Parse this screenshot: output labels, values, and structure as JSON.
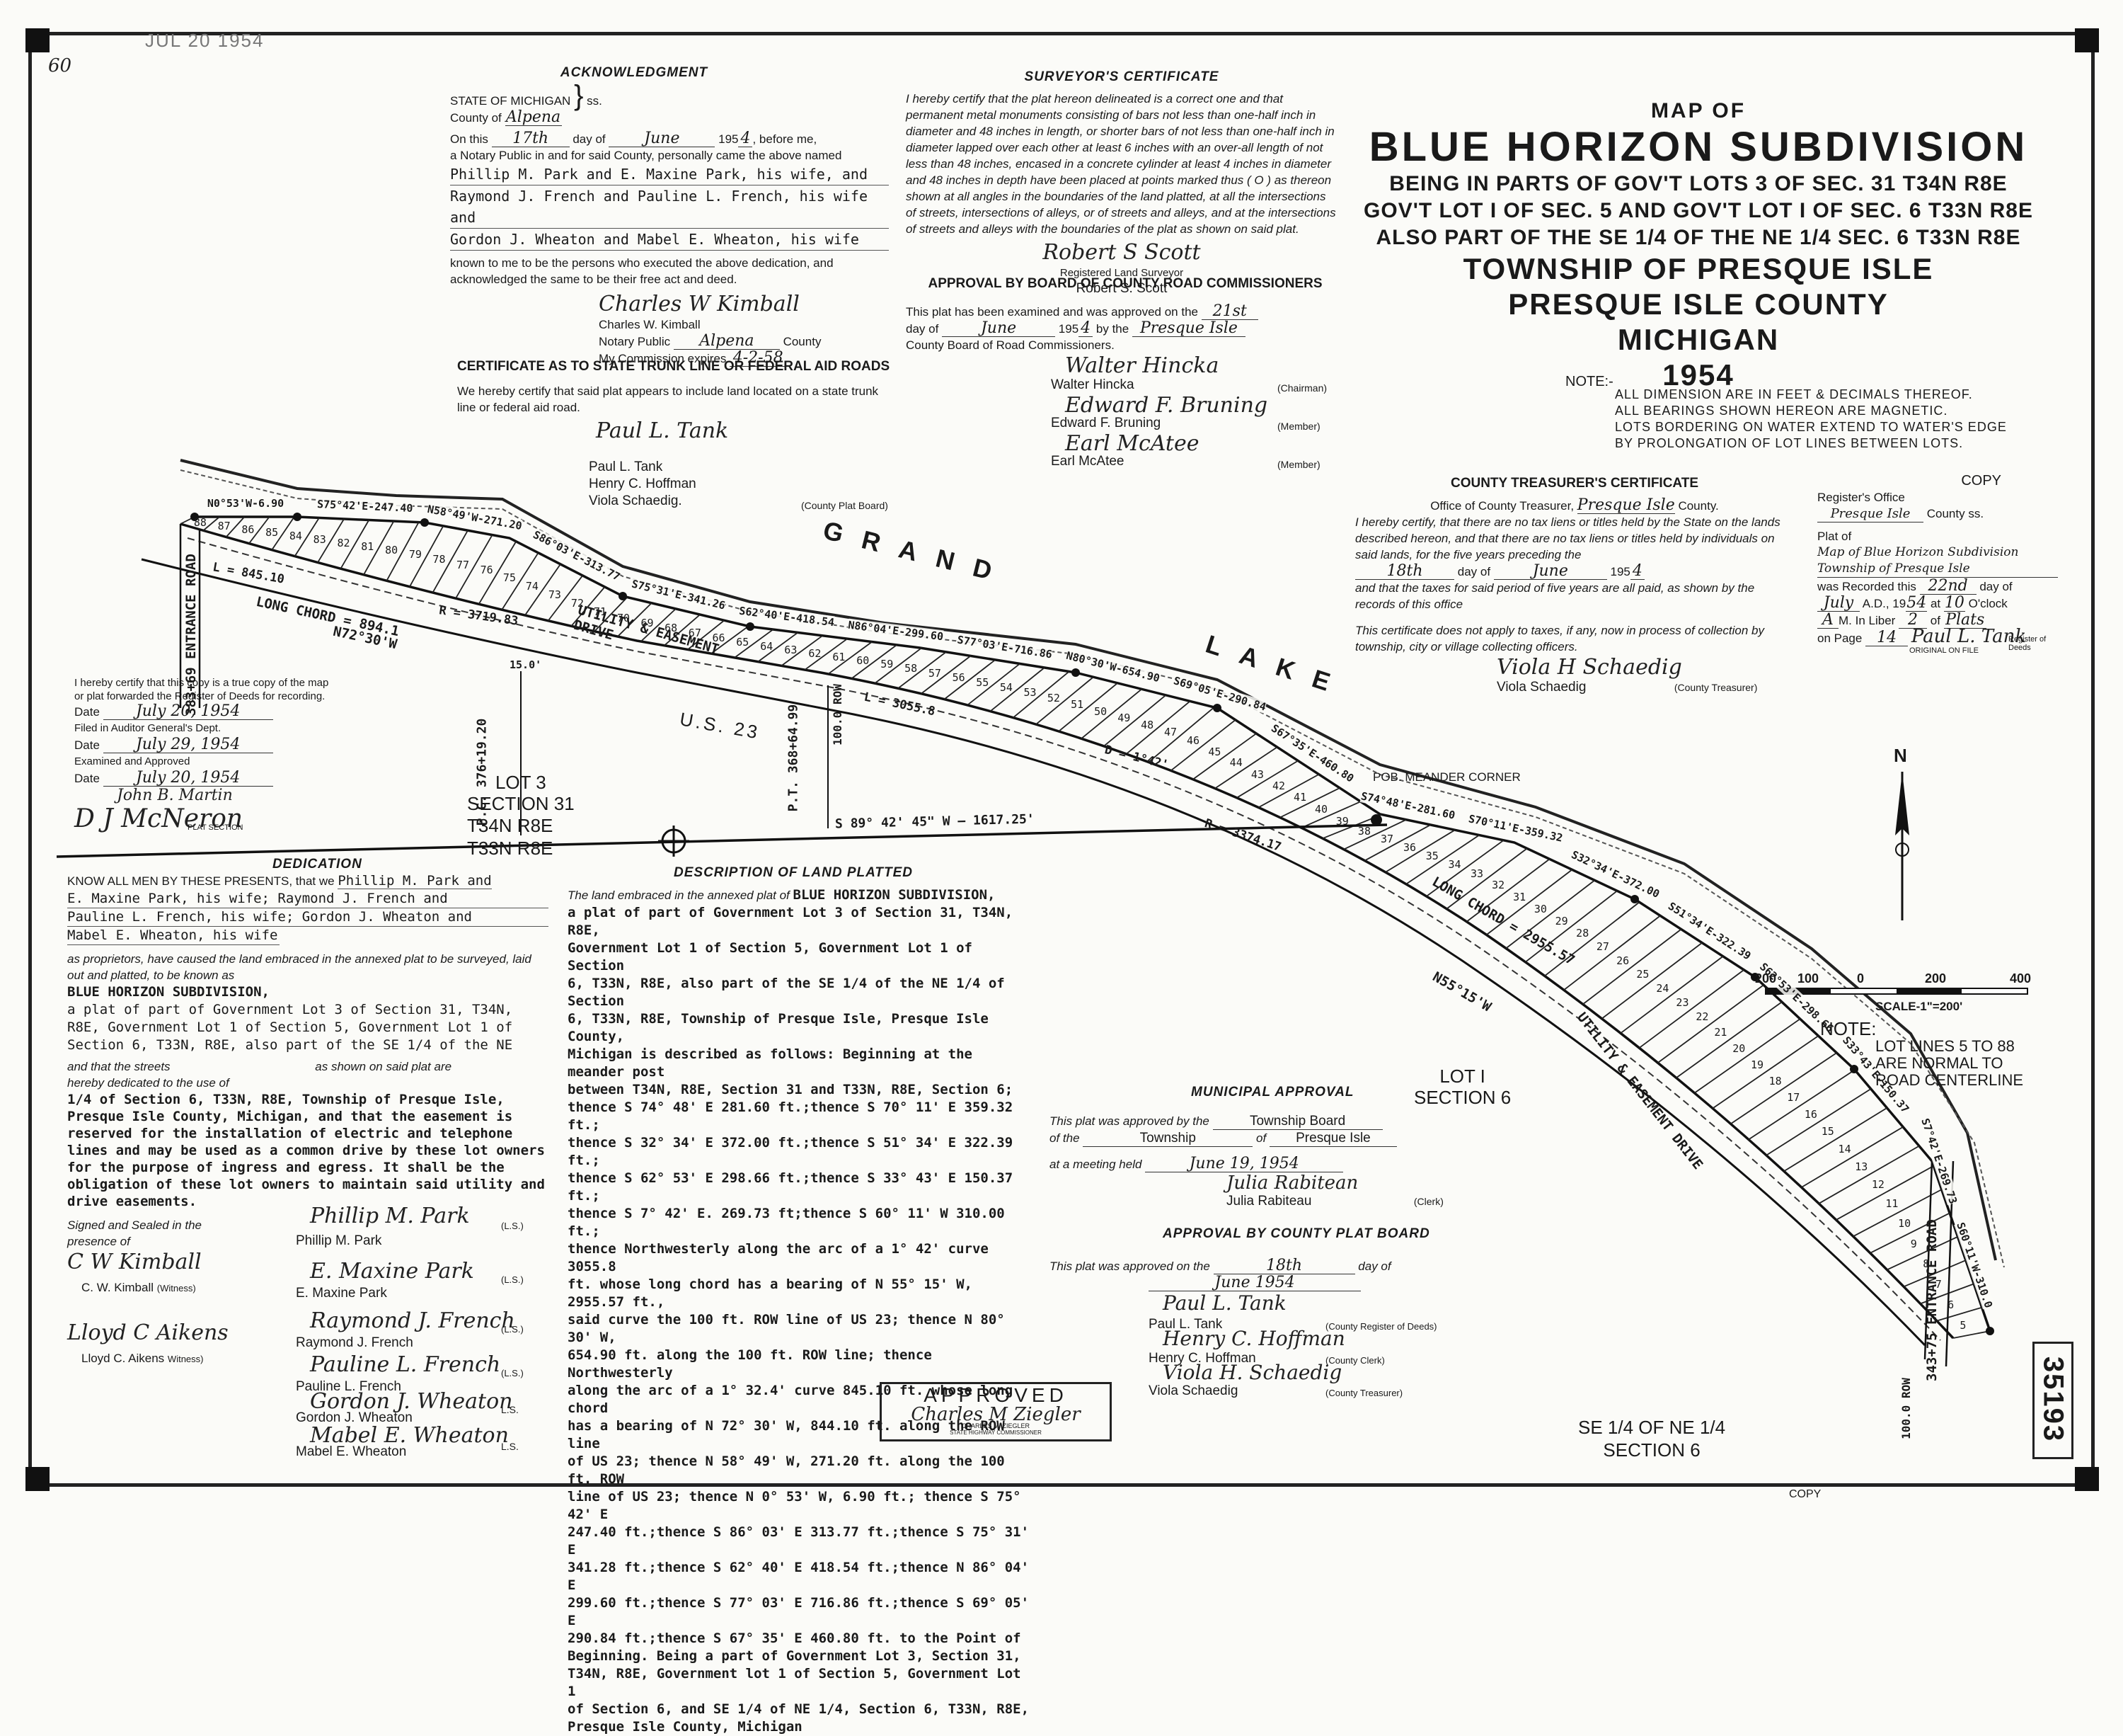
{
  "header_stamp": "JUL 20 1954",
  "margin_note": "60",
  "doc_number": "35193",
  "copy_footer": "COPY",
  "title": {
    "map_of": "MAP OF",
    "name": "BLUE HORIZON SUBDIVISION",
    "line1": "BEING IN PARTS OF GOV'T LOTS 3 OF SEC. 31 T34N R8E",
    "line2": "GOV'T LOT I OF SEC. 5 AND GOV'T LOT I OF SEC. 6 T33N R8E",
    "line3": "ALSO PART OF THE SE 1/4 OF THE NE 1/4 SEC. 6 T33N R8E",
    "township": "TOWNSHIP OF PRESQUE ISLE",
    "county": "PRESQUE ISLE COUNTY",
    "state": "MICHIGAN",
    "year": "1954"
  },
  "note": {
    "label": "NOTE:-",
    "lines": [
      "ALL DIMENSION ARE IN FEET & DECIMALS THEREOF.",
      "ALL BEARINGS SHOWN HEREON ARE MAGNETIC.",
      "LOTS BORDERING ON WATER EXTEND TO WATER'S EDGE",
      "BY PROLONGATION OF LOT LINES BETWEEN LOTS."
    ]
  },
  "acknowledgment": {
    "title": "ACKNOWLEDGMENT",
    "state": "STATE OF MICHIGAN",
    "ss": "ss.",
    "county_label": "County of",
    "county_value": "Alpena",
    "on_this": "On this",
    "day_value": "17th",
    "day_of": "day of",
    "month_value": "June",
    "year_prefix": "195",
    "year_value": "4",
    "before_me": ", before me,",
    "notary_text": "a Notary Public in and for said County, personally came the above named",
    "names": [
      "Phillip M. Park and E. Maxine Park, his wife, and",
      "Raymond J. French and Pauline L. French, his wife and",
      "Gordon J. Wheaton and Mabel E. Wheaton, his wife"
    ],
    "known_text": "known to me to be the persons who executed the above dedication, and acknowledged the same to be their free act and deed.",
    "signature": "Charles W Kimball",
    "notary_name": "Charles W. Kimball",
    "notary_public": "Notary Public",
    "notary_county": "Alpena",
    "county_word": "County",
    "commission_label": "My Commission expires",
    "commission_value": "4-2-58"
  },
  "trunk_line": {
    "title": "CERTIFICATE AS TO STATE TRUNK LINE OR FEDERAL AID ROADS",
    "text": "We hereby certify that said plat appears to include land located on a state trunk line or federal aid road.",
    "signers": [
      "Paul L. Tank",
      "Henry C. Hoffman",
      "Viola Schaedig."
    ],
    "board": "(County Plat Board)"
  },
  "surveyor": {
    "title": "SURVEYOR'S CERTIFICATE",
    "text": "I hereby certify that the plat hereon delineated is a correct one and that permanent metal monuments consisting of bars not less than one-half inch in diameter and 48 inches in length, or shorter bars of not less than one-half inch in diameter lapped over each other at least 6 inches with an over-all length of not less than 48 inches, encased in a concrete cylinder at least 4 inches in diameter and 48 inches in depth have been placed at points marked thus ( O ) as thereon shown at all angles in the boundaries of the land platted, at all the intersections of streets, intersections of alleys, or of streets and alleys, and at the intersections of streets and alleys with the boundaries of the plat as shown on said plat.",
    "signature": "Robert S Scott",
    "role": "Registered Land Surveyor",
    "name": "Robert S. Scott"
  },
  "road_commission": {
    "title": "APPROVAL BY BOARD OF COUNTY ROAD COMMISSIONERS",
    "text1": "This plat has been examined and was approved on the",
    "day_value": "21st",
    "day_of": "day of",
    "month_value": "June",
    "year_text": "195",
    "year_value": "4",
    "by_the": "by the",
    "county_value": "Presque Isle",
    "board_text": "County Board of Road Commissioners.",
    "members": [
      {
        "sig": "Walter Hincka",
        "name": "Walter Hincka",
        "role": "(Chairman)"
      },
      {
        "sig": "Edward F. Bruning",
        "name": "Edward F. Bruning",
        "role": "(Member)"
      },
      {
        "sig": "Earl McAtee",
        "name": "Earl McAtee",
        "role": "(Member)"
      }
    ]
  },
  "treasurer": {
    "title": "COUNTY TREASURER'S CERTIFICATE",
    "office": "Office of County Treasurer,",
    "office_value": "Presque Isle",
    "county": "County.",
    "text1": "I hereby certify, that there are no tax liens or titles held by the State on the lands described hereon, and that there are no tax liens or titles held by individuals on said lands, for the five years preceding the",
    "day_value": "18th",
    "day_of": "day of",
    "month_value": "June",
    "year_text": "195",
    "year_value": "4",
    "text2": "and that the taxes for said period of five years are all paid, as shown by the records of this office",
    "text3": "This certificate does not apply to taxes, if any, now in process of collection by township, city or village collecting officers.",
    "signature": "Viola H Schaedig",
    "name": "Viola Schaedig",
    "role": "(County Treasurer)"
  },
  "register": {
    "copy": "COPY",
    "office": "Register's Office",
    "county_value": "Presque Isle",
    "county": "County",
    "ss": "ss.",
    "plat_of": "Plat of",
    "plat_value": "Map of Blue Horizon Subdivision Township of Presque Isle",
    "recorded": "was Recorded this",
    "day_value": "22nd",
    "day_of": "day of",
    "month_value": "July",
    "ad": "A.D., 19",
    "year_value": "54",
    "at": "at",
    "hour_value": "10",
    "oclock": "O'clock",
    "ampm": "A",
    "m_in_liber": "M. In Liber",
    "liber_value": "2",
    "of": "of",
    "of_value": "Plats",
    "page": "on Page",
    "page_value": "14",
    "signature": "Paul L. Tank",
    "original": "ORIGINAL ON FILE",
    "role": "Register of Deeds"
  },
  "true_copy": {
    "text": "I hereby certify that this copy is a true copy of the map or plat forwarded the Register of Deeds for recording.",
    "date1_label": "Date",
    "date1": "July 20, 1954",
    "filed_label": "Filed in Auditor General's Dept.",
    "date2_label": "Date",
    "date2": "July 29, 1954",
    "examined_label": "Examined and Approved",
    "date3_label": "Date",
    "date3": "July 20, 1954",
    "sig1": "John B. Martin",
    "sig2": "D J McNeron",
    "role": "PLAT SECTION"
  },
  "dedication": {
    "title": "DEDICATION",
    "lead": "KNOW ALL MEN BY THESE PRESENTS, that we",
    "names1": "Phillip M. Park and",
    "names2": "E. Maxine Park, his wife; Raymond J. French and",
    "names3": "Pauline L. French, his wife; Gordon J. Wheaton and",
    "names4": "Mabel E. Wheaton, his wife",
    "text1": "as proprietors, have caused the land embraced in the annexed plat to be surveyed, laid out and platted, to be known as",
    "name_value": "BLUE HORIZON SUBDIVISION,",
    "text2": "a plat of part of Government Lot 3 of Section 31, T34N, R8E, Government Lot 1 of Section 5, Government Lot 1 of Section 6, T33N, R8E, also part of the SE 1/4 of the NE",
    "streets": "and that the streets",
    "as_shown": "as shown on said plat are",
    "dedicated": "hereby dedicated to the use of",
    "text3": "1/4 of Section 6, T33N, R8E, Township of Presque Isle, Presque Isle County, Michigan, and that the easement is reserved for the installation of electric and telephone lines and may be used as a common drive by these lot owners for the purpose of ingress and egress. It shall be the obligation of these lot owners to maintain said utility and drive easements.",
    "signed": "Signed and Sealed in the presence of",
    "witnesses": [
      {
        "sig": "C W Kimball",
        "name": "C. W. Kimball",
        "role": "(Witness)"
      },
      {
        "sig": "Lloyd C Aikens",
        "name": "Lloyd C. Aikens",
        "role": "Witness)"
      }
    ],
    "owners": [
      {
        "sig": "Phillip M. Park",
        "name": "Phillip M. Park",
        "ls": "(L.S.)"
      },
      {
        "sig": "E. Maxine Park",
        "name": "E. Maxine Park",
        "ls": "(L.S.)"
      },
      {
        "sig": "Raymond J. French",
        "name": "Raymond J. French",
        "ls": "(L.S.)"
      },
      {
        "sig": "Pauline L. French",
        "name": "Pauline L. French",
        "ls": "(L.S.)"
      },
      {
        "sig": "Gordon J. Wheaton",
        "name": "Gordon J. Wheaton",
        "ls": "L.S."
      },
      {
        "sig": "Mabel E. Wheaton",
        "name": "Mabel E. Wheaton",
        "ls": "L.S."
      }
    ]
  },
  "description": {
    "title": "DESCRIPTION OF LAND PLATTED",
    "lead": "The land embraced in the annexed plat of",
    "name_value": "BLUE HORIZON SUBDIVISION,",
    "lines": [
      "a plat of part of Government Lot 3 of Section 31, T34N, R8E,",
      "Government Lot 1 of Section 5, Government Lot 1 of Section",
      "6, T33N, R8E, also part of the SE 1/4 of the NE 1/4 of Section",
      "6, T33N, R8E, Township of Presque Isle, Presque Isle County,",
      "Michigan is described as follows: Beginning at the meander post",
      "between T34N, R8E, Section 31 and T33N, R8E, Section 6;",
      "thence S 74° 48' E 281.60 ft.;thence S 70° 11' E 359.32 ft.;",
      "thence S 32° 34' E 372.00 ft.;thence S 51° 34' E 322.39 ft.;",
      "thence S 62° 53' E 298.66 ft.;thence S 33° 43' E 150.37 ft.;",
      "thence S 7° 42' E. 269.73 ft;thence S 60° 11' W 310.00 ft.;",
      "thence Northwesterly along the arc of a 1° 42' curve 3055.8",
      "ft. whose long chord has a bearing of N 55° 15' W, 2955.57 ft.,",
      "said curve the 100 ft. ROW line of US 23; thence N 80° 30' W,",
      "654.90 ft. along the 100 ft. ROW line; thence Northwesterly",
      "along the arc of a 1° 32.4' curve 845.10 ft. whose long chord",
      "has a bearing of N 72° 30' W, 844.10 ft. along the ROW line",
      "of US 23; thence N 58° 49' W, 271.20 ft. along the 100 ft. ROW",
      "line of US 23; thence N 0° 53' W, 6.90 ft.; thence S 75° 42' E",
      "247.40 ft.;thence S 86° 03' E 313.77 ft.;thence S 75° 31' E",
      "341.28 ft.;thence S 62° 40' E 418.54 ft.;thence N 86° 04' E",
      "299.60 ft.;thence S 77° 03' E 716.86 ft.;thence S 69° 05' E",
      "290.84 ft.;thence S 67° 35' E 460.80 ft. to the Point of",
      "Beginning. Being a part of Government Lot 3, Section 31,",
      "T34N, R8E, Government lot 1 of Section 5, Government Lot 1",
      "of Section 6, and SE 1/4 of NE 1/4, Section 6, T33N, R8E,",
      "Presque Isle County, Michigan"
    ]
  },
  "approved_stamp": {
    "approved": "APPROVED",
    "signature": "Charles M Ziegler",
    "name": "CHARLES M. ZIEGLER",
    "role": "STATE HIGHWAY COMMISSIONER"
  },
  "municipal": {
    "title": "MUNICIPAL APPROVAL",
    "text1": "This plat was approved by the",
    "board_value": "Township Board",
    "of_the": "of the",
    "type_value": "Township",
    "of": "of",
    "name_value": "Presque Isle",
    "meeting": "at a meeting held",
    "date_value": "June 19, 1954",
    "signature": "Julia Rabitean",
    "name": "Julia Rabiteau",
    "role": "(Clerk)"
  },
  "plat_board": {
    "title": "APPROVAL BY COUNTY PLAT BOARD",
    "text1": "This plat was approved on the",
    "day_value": "18th",
    "day_of": "day of",
    "month_value": "June",
    "year_value": "1954",
    "members": [
      {
        "sig": "Paul L. Tank",
        "name": "Paul L. Tank",
        "role": "(County Register of Deeds)"
      },
      {
        "sig": "Henry C. Hoffman",
        "name": "Henry C. Hoffman",
        "role": "(County Clerk)"
      },
      {
        "sig": "Viola H. Schaedig",
        "name": "Viola Schaedig",
        "role": "(County Treasurer)"
      }
    ]
  },
  "map": {
    "lake_word1": "GRAND",
    "lake_word2": "LAKE",
    "lot3_line1": "LOT 3",
    "lot3_line2": "SECTION 31",
    "twp_north": "T34N R8E",
    "twp_south": "T33N R8E",
    "lot1_line1": "LOT I",
    "lot1_line2": "SECTION 6",
    "se_ne": "SE 1/4 OF NE 1/4",
    "section6": "SECTION 6",
    "meander": "POB. MEANDER CORNER",
    "section_line": "S 89° 42' 45\" W — 1617.25'",
    "us23": "U.S. 23",
    "utility1": "UTILITY & EASEMENT DRIVE",
    "utility2": "UTILITY & EASEMENT DRIVE",
    "entrance1": "383+69 ENTRANCE ROAD",
    "entrance2": "343+75 ENTRANCE ROAD",
    "pc": "P.C. 376+19.20",
    "pt": "P.T. 368+64.99",
    "row1": "100.0 ROW",
    "row2": "100.0 ROW",
    "lc1": "LONG CHORD = 894.1",
    "lc1_bearing": "N72°30'W",
    "lc2": "LONG CHORD = 2955.57",
    "lc2_bearing": "N55°15'W",
    "r1": "R = 3719.83",
    "r2": "R = 3374.17",
    "l1": "L = 845.10",
    "l2": "L = 3055.8",
    "d2": "D = 1°42'",
    "easement_width": "15.0'",
    "north": "N",
    "bearings": [
      "N0°53'W-6.90",
      "S75°42'E-247.40",
      "N58°49'W-271.20",
      "S86°03'E-313.77",
      "S75°31'E-341.26",
      "S62°40'E-418.54",
      "N86°04'E-299.60",
      "S77°03'E-716.86",
      "N80°30'W-654.90",
      "S69°05'E-290.84",
      "S67°35'E-460.80",
      "S74°48'E-281.60",
      "S70°11'E-359.32",
      "S32°34'E-372.00",
      "S51°34'E-322.39",
      "S62°53'E-298.66",
      "S33°43'E-150.37",
      "S7°42'E-269.73",
      "S60°11'W-310.0"
    ],
    "scale_labels": [
      "200",
      "100",
      "0",
      "200",
      "400"
    ],
    "scale_text": "SCALE-1\"=200'",
    "note2_label": "NOTE:",
    "note2_lines": [
      "LOT LINES 5 TO 88",
      "ARE NORMAL TO",
      "ROAD CENTERLINE"
    ],
    "lot_numbers": [
      "88",
      "87",
      "86",
      "85",
      "84",
      "83",
      "82",
      "81",
      "80",
      "79",
      "78",
      "77",
      "76",
      "75",
      "74",
      "73",
      "72",
      "71",
      "70",
      "69",
      "68",
      "67",
      "66",
      "65",
      "64",
      "63",
      "62",
      "61",
      "60",
      "59",
      "58",
      "57",
      "56",
      "55",
      "54",
      "53",
      "52",
      "51",
      "50",
      "49",
      "48",
      "47",
      "46",
      "45",
      "44",
      "43",
      "42",
      "41",
      "40",
      "39",
      "38",
      "37",
      "36",
      "35",
      "34",
      "33",
      "32",
      "31",
      "30",
      "29",
      "28",
      "27",
      "26",
      "25",
      "24",
      "23",
      "22",
      "21",
      "20",
      "19",
      "18",
      "17",
      "16",
      "15",
      "14",
      "13",
      "12",
      "11",
      "10",
      "9",
      "8",
      "7",
      "6",
      "5"
    ]
  }
}
